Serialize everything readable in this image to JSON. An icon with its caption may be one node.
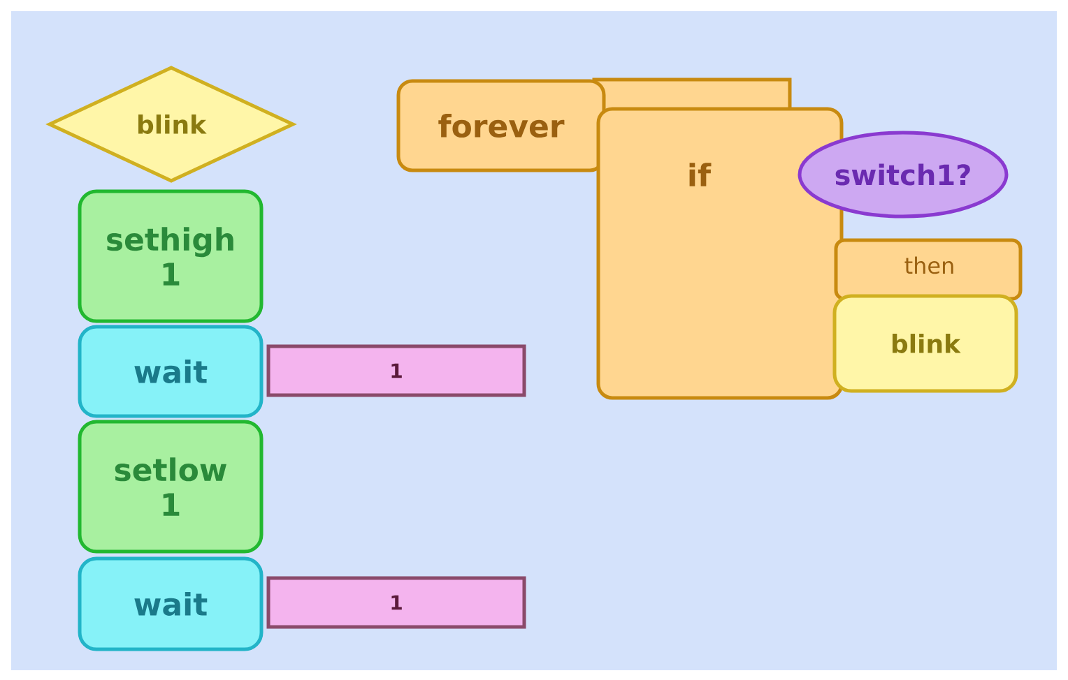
{
  "diagram": {
    "nodes": [
      {
        "text": [
          "blink"
        ]
      },
      {
        "text": [
          "sethigh",
          "1"
        ]
      },
      {
        "text": [
          "wait"
        ]
      },
      {
        "text": [
          "1"
        ]
      },
      {
        "text": [
          "setlow",
          "1"
        ]
      },
      {
        "text": [
          "wait"
        ]
      },
      {
        "text": [
          "1"
        ]
      },
      {
        "text": [
          "forever"
        ]
      },
      {
        "text": [
          "if",
          "then"
        ]
      },
      {
        "text": [
          "switch1?"
        ]
      },
      {
        "text": [
          "blink"
        ]
      }
    ]
  }
}
